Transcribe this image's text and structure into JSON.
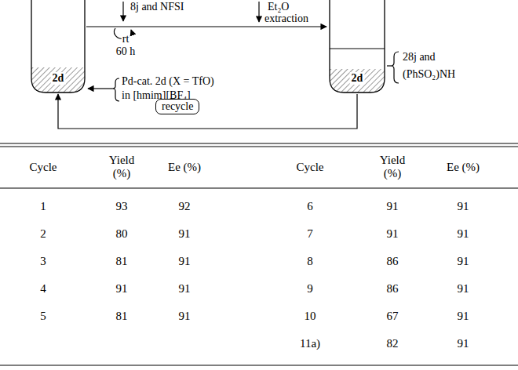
{
  "diagram": {
    "nodes": [
      {
        "text": [
          "2d"
        ]
      },
      {
        "text": [
          "2d"
        ]
      }
    ],
    "edges": [
      {
        "from": 1,
        "to": 0,
        "arrow": "to",
        "label": "recycle"
      }
    ],
    "labels": [
      "8j and NFSI",
      "rt",
      "60 h",
      "Et₂O",
      "extraction",
      "28j and",
      "(PhSO₂)NH",
      "Pd-cat. 2d (X = TfO)",
      "in [hmim][BF₄]",
      "Cycle",
      "Yield (%)",
      "Ee (%)",
      "Cycle",
      "Yield (%)",
      "Ee (%)",
      "1",
      "93",
      "92",
      "6",
      "91",
      "91",
      "2",
      "80",
      "91",
      "7",
      "91",
      "91",
      "3",
      "81",
      "91",
      "8",
      "86",
      "91",
      "4",
      "91",
      "91",
      "9",
      "86",
      "91",
      "5",
      "81",
      "91",
      "10",
      "67",
      "91",
      "11a)",
      "82",
      "91"
    ]
  }
}
